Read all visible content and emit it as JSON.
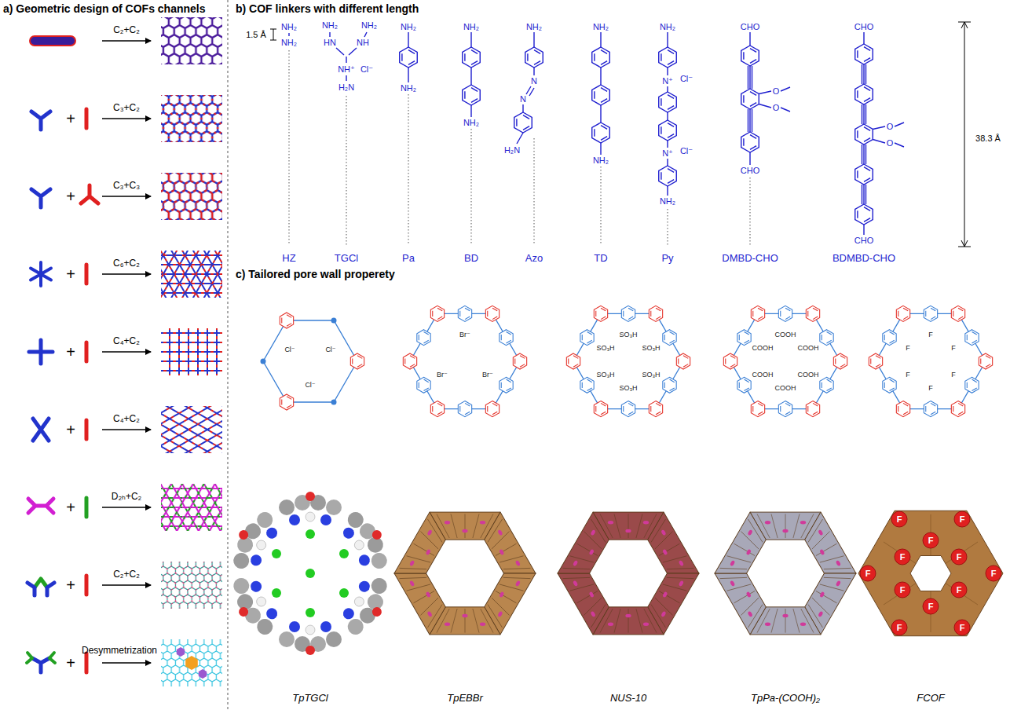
{
  "diagram": {
    "labels": [
      "a) Geometric design of COFs channels",
      "b) COF linkers with different length",
      "c) Tailored pore wall properety",
      "C₂+C₂",
      "+",
      "C₃+C₂",
      "+",
      "C₃+C₃",
      "+",
      "C₆+C₂",
      "+",
      "C₄+C₂",
      "+",
      "C₄+C₂",
      "+",
      "D₂ₕ+C₂",
      "+",
      "C₂+C₂",
      "+",
      "Desymmetrization",
      "1.5 Å",
      "NH₂",
      "NH₂",
      "NH₂",
      "HN",
      "NH",
      "NH₂",
      "NH⁺",
      "Cl⁻",
      "H₂N",
      "NH₂",
      "NH₂",
      "NH₂",
      "NH₂",
      "NH₂",
      "N",
      "N",
      "H₂N",
      "NH₂",
      "NH₂",
      "NH₂",
      "N⁺",
      "Cl⁻",
      "N⁺",
      "Cl⁻",
      "NH₂",
      "CHO",
      "O",
      "O",
      "CHO",
      "CHO",
      "O",
      "O",
      "CHO",
      "38.3 Å",
      "HZ",
      "TGCl",
      "Pa",
      "BD",
      "Azo",
      "TD",
      "Py",
      "DMBD-CHO",
      "BDMBD-CHO",
      "Cl⁻",
      "Cl⁻",
      "Cl⁻",
      "Br⁻",
      "Br⁻",
      "Br⁻",
      "SO₃H",
      "SO₃H",
      "SO₃H",
      "SO₃H",
      "SO₃H",
      "SO₃H",
      "COOH",
      "COOH",
      "COOH",
      "COOH",
      "COOH",
      "COOH",
      "F",
      "F",
      "F",
      "F",
      "F",
      "F",
      "F",
      "F",
      "F",
      "F",
      "F",
      "F",
      "F",
      "F",
      "F",
      "F",
      "F",
      "F",
      "TpTGCl",
      "TpEBBr",
      "NUS-10",
      "TpPa-(COOH)₂",
      "FCOF"
    ]
  }
}
